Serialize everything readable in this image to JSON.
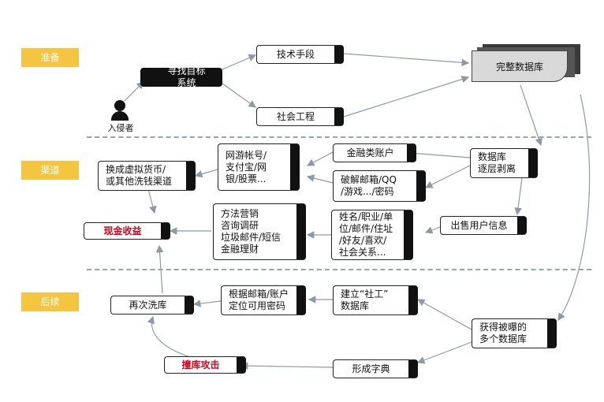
{
  "stages": [
    "准备",
    "渠道",
    "后续"
  ],
  "actor": "入侵者",
  "nodes": {
    "find_target": "寻找目标系统",
    "tech": "技术手段",
    "social": "社会工程",
    "full_db": "完整数据库",
    "finance_acct": "金融类账户",
    "crack_email": "破解邮箱/QQ\n/游戏.../密码",
    "game_acct": "网游帐号/\n支付宝/网\n银/股票...",
    "exchange": "换成虚拟货币/\n或其他洗钱渠道",
    "db_layer": "数据库\n逐层剥离",
    "sell_info": "出售用户信息",
    "personal_info": "姓名/职业/单\n位/邮件/住址\n/好友/喜欢/\n社会关系...",
    "marketing": "方法营销\n咨询调研\n垃圾邮件/短信\n金融理财",
    "cash": "现金收益",
    "social_db": "建立“社工”\n数据库",
    "locate_pwd": "根据邮箱/账户\n定位可用密码",
    "rewash": "再次洗库",
    "leaked_dbs": "获得被曝的\n多个数据库",
    "dictionary": "形成字典",
    "credential_stuffing": "撞库攻击"
  },
  "colors": {
    "stage_tag": "#f5c542",
    "accent_red": "#d0021b",
    "divider": "#9aa3ad"
  }
}
